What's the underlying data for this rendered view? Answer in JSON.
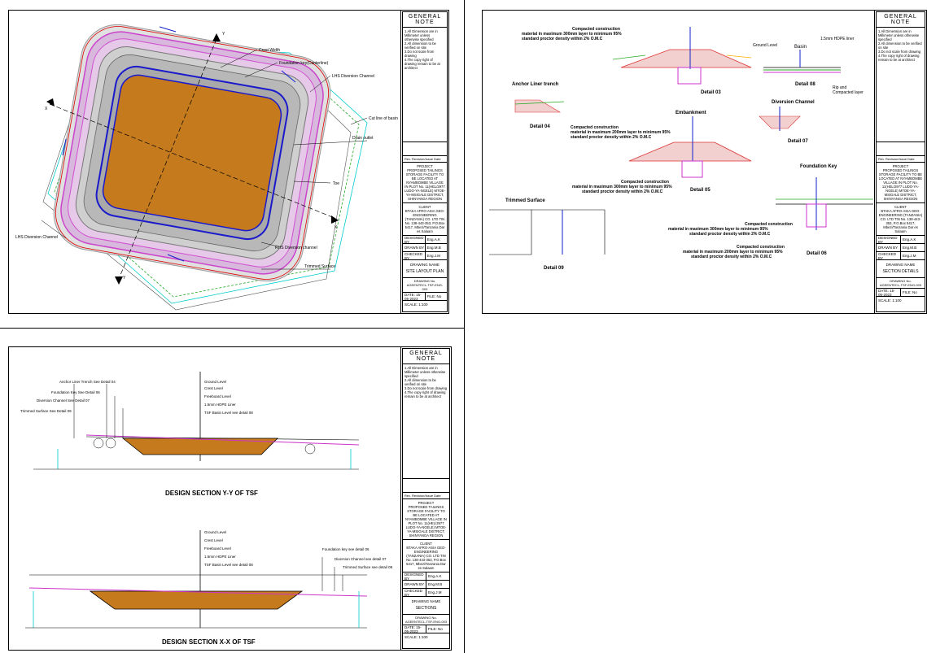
{
  "title_block": {
    "general_note": "GENERAL NOTE",
    "notes": [
      "1.All Dimension are in Millimeter unless otherwise specified",
      "2.All dimension to be verified on site",
      "3.Do not scale from drawing",
      "4.The copy right of drawing remain to be at architect"
    ],
    "revision": "Rev. Revision/Issue Date",
    "project_label": "PROJECT",
    "project_text": "PROPOSED TAILINGS STORAGE FACILITY TO BE LOCATED AT NYAMBOMBE VILLAGE IN PLOT No. 11(HEL/2977 LUDO-YA-NGELE) MTOE-YA-MSIGALE DISTRICT, SHINYANGA REGION",
    "client_label": "CLIENT",
    "client_text": "BTAKA AFRO-ASIA GEO-ENGINEERING (TANZANIA) CO. LTD TIN No. 138-443-353, P.O.Box 5417, Mbezi/Tanzania Dar es Salaam",
    "designed_by": "DESIGNED BY",
    "designed_val": "Eng.A.K",
    "drawn_by": "DRAWN BY",
    "drawn_val": "Eng.M.B",
    "checked_by": "CHECKED BY",
    "checked_val": "Eng.J.M",
    "drawing_name_label": "DRAWING NAME",
    "drawing_no_label": "DRAWING No.",
    "drawing_no": "AGEENTECL-TSF-ENG-003",
    "date": "DATE: 15-05-2023",
    "file": "FILE: No",
    "scale": "SCALE: 1:100"
  },
  "sheets": [
    {
      "drawing_name": "SITE LAYOUT PLAN",
      "labels": {
        "crest_width": "Crest Width",
        "foundation_key": "Foundation key(Centerline)",
        "lhs_diversion": "LHS Diversion Channel",
        "cut_line": "Cut line of basin",
        "drain_outlet": "Drain outlet",
        "toe": "Toe",
        "lhs_diversion_channel": "LHS Diversion Channel",
        "rhs_diversion": "RHS Diversion channel",
        "trimmed_surface": "Trimmed Surface",
        "axis_x": "X",
        "axis_y": "Y"
      }
    },
    {
      "drawing_name": "SECTION DETAILS",
      "labels": {
        "compacted_1": "Compacted construction",
        "compacted_1b": "material in maximum 300mm layer to minimum 95%",
        "compacted_1c": "standard proctor density within 2% O.M.C",
        "detail_03": "Detail 03",
        "ground_level": "Ground Level",
        "basin": "Basin",
        "hdpe": "1.5mm HDPE liner",
        "detail_08": "Detail 08",
        "rip": "Rip and",
        "compacted_layer": "Compacted layer",
        "anchor": "Anchor Liner trench",
        "detail_04": "Detail 04",
        "compacted_2": "Compacted construction",
        "compacted_2b": "material in maximum 200mm layer to minimum 95%",
        "compacted_2c": "standard proctor density within 2% O.M.C",
        "embankment": "Embankment",
        "diversion": "Diversion Channel",
        "detail_07": "Detail 07",
        "detail_05": "Detail 05",
        "foundation_key": "Foundation Key",
        "trimmed_surface": "Trimmed Surface",
        "detail_09": "Detail 09",
        "detail_06": "Detail 06"
      }
    },
    {
      "drawing_name": "SECTIONS",
      "labels": {
        "yy_title": "DESIGN SECTION Y-Y OF TSF",
        "xx_title": "DESIGN SECTION X-X OF TSF",
        "anchor": "Anchor Liner Trench See Detail 04",
        "foundation": "Foundation Key See Detail 06",
        "diversion": "Diversion Channel See Detail 07",
        "trimmed": "Trimmed Surface See Detail 09",
        "ground": "Ground Level",
        "crest": "Crest Level",
        "freeboard": "Freeboard Level",
        "hdpe": "1.5mm HDPE Liner",
        "basin": "TSF Basin Level see detail 08",
        "found_x": "Foundation key see detail 06",
        "div_x": "Diversion Channel see detail 07",
        "trim_x": "Trimmed Surface see detail 09"
      }
    }
  ]
}
